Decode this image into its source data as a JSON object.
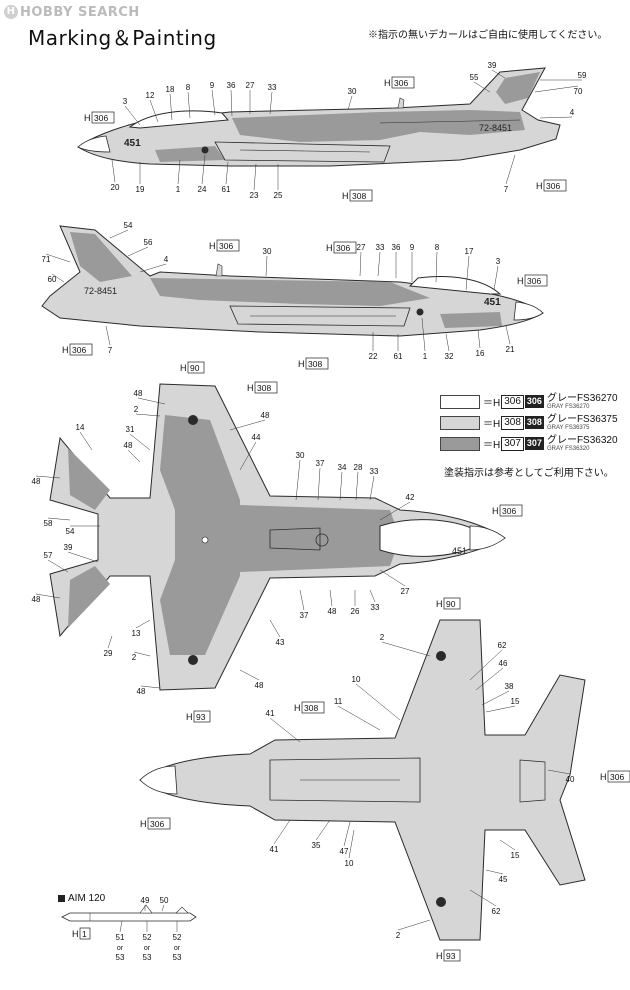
{
  "watermark": "HOBBY SEARCH",
  "title": "Marking＆Painting",
  "note": "※指示の無いデカールはご自由に使用してください。",
  "colors": {
    "white": "#ffffff",
    "light_gray": "#cfcfcf",
    "dark_gray": "#9c9c9c",
    "line": "#2a2a2a"
  },
  "legend": [
    {
      "code": "306",
      "ja": "グレーFS36270",
      "en": "GRAY FS36270",
      "fill": "#ffffff"
    },
    {
      "code": "308",
      "ja": "グレーFS36375",
      "en": "GRAY FS36375",
      "fill": "#d6d6d6"
    },
    {
      "code": "307",
      "ja": "グレーFS36320",
      "en": "GRAY FS36320",
      "fill": "#9a9a9a"
    }
  ],
  "legend_eq": "＝H",
  "paint_note": "塗装指示は参考としてご利用下さい。",
  "aim": {
    "label": "AIM 120",
    "h_code": "1"
  },
  "side_a": {
    "nose_number": "451",
    "tail_number": "72-8451",
    "callouts": [
      "3",
      "12",
      "18",
      "8",
      "9",
      "36",
      "27",
      "33",
      "30",
      "39",
      "55",
      "59",
      "70",
      "4",
      "20",
      "19",
      "1",
      "24",
      "61",
      "23",
      "25",
      "7"
    ],
    "h_codes": [
      "306",
      "306",
      "308",
      "306"
    ]
  },
  "side_b": {
    "nose_number": "451",
    "tail_number": "72-8451",
    "callouts": [
      "54",
      "56",
      "71",
      "4",
      "60",
      "30",
      "27",
      "33",
      "36",
      "9",
      "8",
      "17",
      "3",
      "7",
      "22",
      "61",
      "1",
      "32",
      "16",
      "21"
    ],
    "h_codes": [
      "306",
      "306",
      "306",
      "306",
      "308"
    ]
  },
  "top_view": {
    "nose_number": "451",
    "callouts": [
      "48",
      "2",
      "31",
      "14",
      "48",
      "48",
      "58",
      "54",
      "57",
      "39",
      "48",
      "13",
      "29",
      "2",
      "48",
      "48",
      "44",
      "30",
      "37",
      "34",
      "28",
      "33",
      "42",
      "27",
      "33",
      "26",
      "48",
      "37",
      "43",
      "48"
    ],
    "h_codes": [
      "90",
      "308",
      "306",
      "93"
    ]
  },
  "bottom_view": {
    "callouts": [
      "2",
      "62",
      "46",
      "38",
      "15",
      "10",
      "11",
      "41",
      "40",
      "41",
      "35",
      "47",
      "10",
      "15",
      "45",
      "62",
      "2"
    ],
    "h_codes": [
      "90",
      "308",
      "306",
      "306",
      "93"
    ]
  },
  "aim_callouts": [
    "49",
    "50",
    "51",
    "52",
    "52",
    "53",
    "53",
    "53"
  ],
  "or_text": "or"
}
